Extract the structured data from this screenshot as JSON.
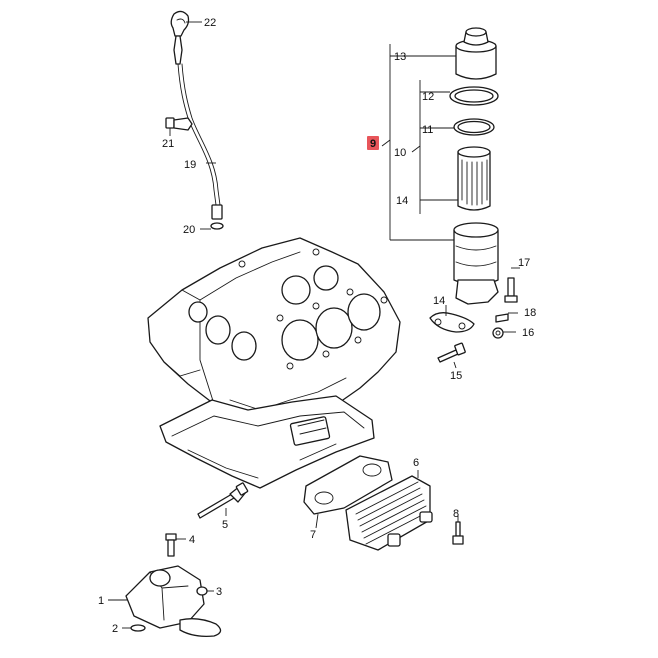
{
  "highlight_color": "#e8555a",
  "callouts": {
    "c1": "1",
    "c2": "2",
    "c3": "3",
    "c4": "4",
    "c5": "5",
    "c6": "6",
    "c7": "7",
    "c8": "8",
    "c9": "9",
    "c10": "10",
    "c11": "11",
    "c12": "12",
    "c13": "13",
    "c14a": "14",
    "c14b": "14",
    "c15": "15",
    "c16": "16",
    "c17": "17",
    "c18": "18",
    "c19": "19",
    "c20": "20",
    "c21": "21",
    "c22": "22"
  }
}
